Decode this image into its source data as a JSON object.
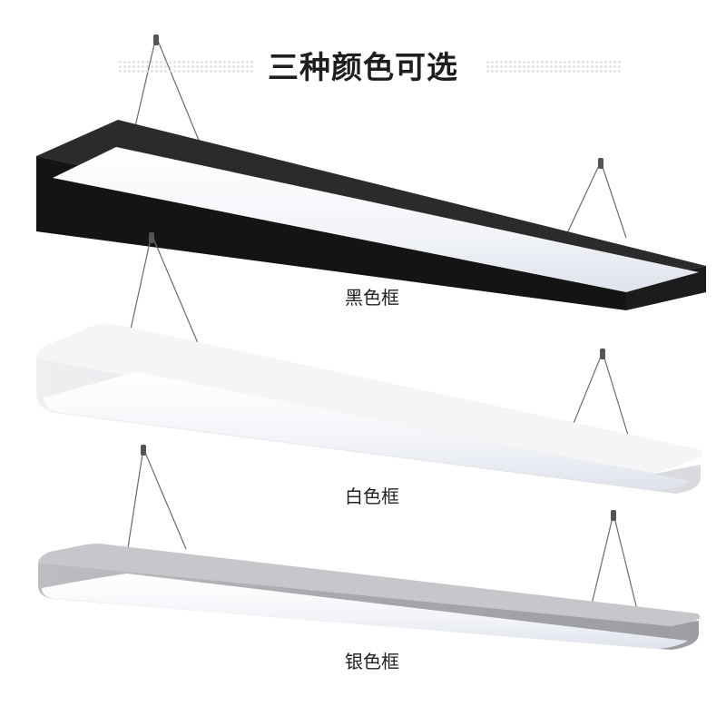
{
  "headline": {
    "title": "三种颜色可选"
  },
  "variants": [
    {
      "label": "黑色框",
      "frame_color": "#161616",
      "frame_top_color": "#2a2a2a",
      "diffuser_color": "#f4f6fa"
    },
    {
      "label": "白色框",
      "frame_color": "#e9eaec",
      "frame_top_color": "#f7f7f8",
      "diffuser_color": "#ffffff"
    },
    {
      "label": "银色框",
      "frame_color": "#a9aaad",
      "frame_top_color": "#c5c6c9",
      "diffuser_color": "#f5f6fa"
    }
  ],
  "colors": {
    "background": "#ffffff",
    "wire": "#6b6b6b"
  }
}
